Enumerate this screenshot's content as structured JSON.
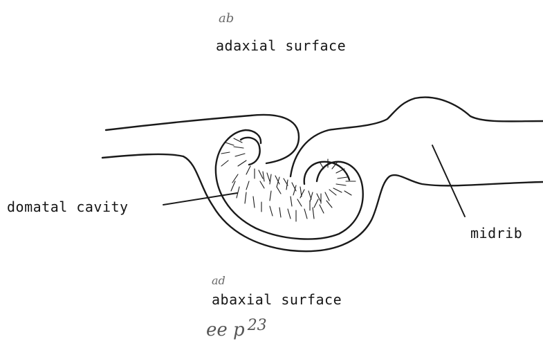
{
  "diagram": {
    "labels": {
      "adaxial": "adaxial surface",
      "abaxial": "abaxial surface",
      "domatal_cavity": "domatal cavity",
      "midrib": "midrib"
    },
    "handwritten_notes": {
      "ab": "ab",
      "ad": "ad",
      "page_prefix": "ee p",
      "page_number": "23"
    },
    "colors": {
      "line": "#1a1a1a",
      "note": "#6a6a6a"
    }
  }
}
